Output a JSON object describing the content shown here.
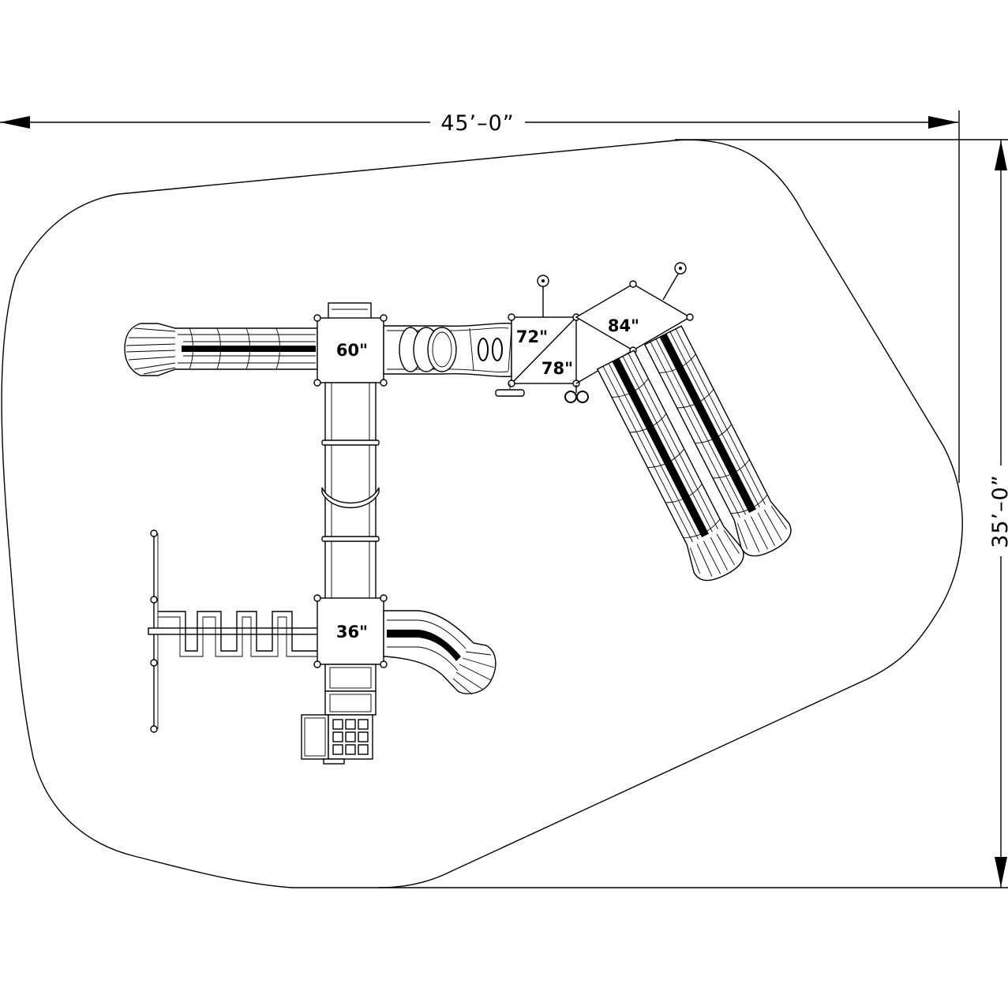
{
  "dimensions": {
    "width_label": "45’–0”",
    "depth_label": "35’–0”"
  },
  "decks": [
    {
      "id": "deck-60",
      "label": "60\""
    },
    {
      "id": "deck-72",
      "label": "72\""
    },
    {
      "id": "deck-78",
      "label": "78\""
    },
    {
      "id": "deck-84",
      "label": "84\""
    },
    {
      "id": "deck-36",
      "label": "36\""
    }
  ],
  "colors": {
    "line": "#000000",
    "background": "#ffffff"
  }
}
